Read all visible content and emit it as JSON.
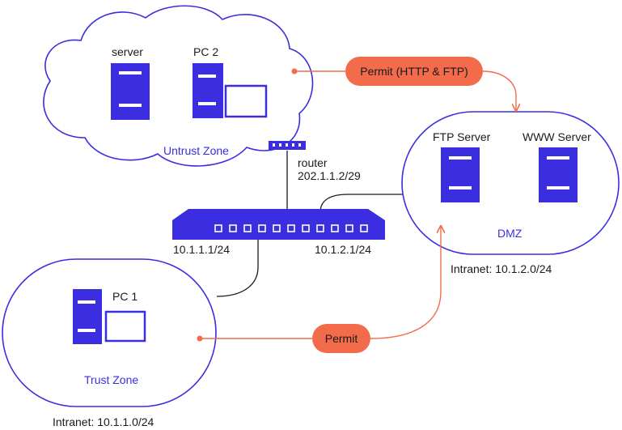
{
  "colors": {
    "accent": "#3a2ee0",
    "permit": "#f26b4b",
    "line": "#1a1a1a"
  },
  "untrust": {
    "zone_label": "Untrust Zone",
    "server_label": "server",
    "pc_label": "PC 2"
  },
  "router": {
    "label": "router",
    "ip": "202.1.1.2/29"
  },
  "firewall": {
    "left_port_ip": "10.1.1.1/24",
    "right_port_ip": "10.1.2.1/24"
  },
  "dmz": {
    "zone_label": "DMZ",
    "ftp_label": "FTP Server",
    "www_label": "WWW Server",
    "intranet": "Intranet: 10.1.2.0/24"
  },
  "trust": {
    "zone_label": "Trust Zone",
    "pc_label": "PC 1",
    "intranet": "Intranet: 10.1.1.0/24"
  },
  "policies": {
    "untrust_to_dmz": "Permit (HTTP & FTP)",
    "trust_to_dmz": "Permit"
  },
  "icons": [
    "cloud-icon",
    "server-icon",
    "pc-icon",
    "router-icon",
    "firewall-icon"
  ]
}
